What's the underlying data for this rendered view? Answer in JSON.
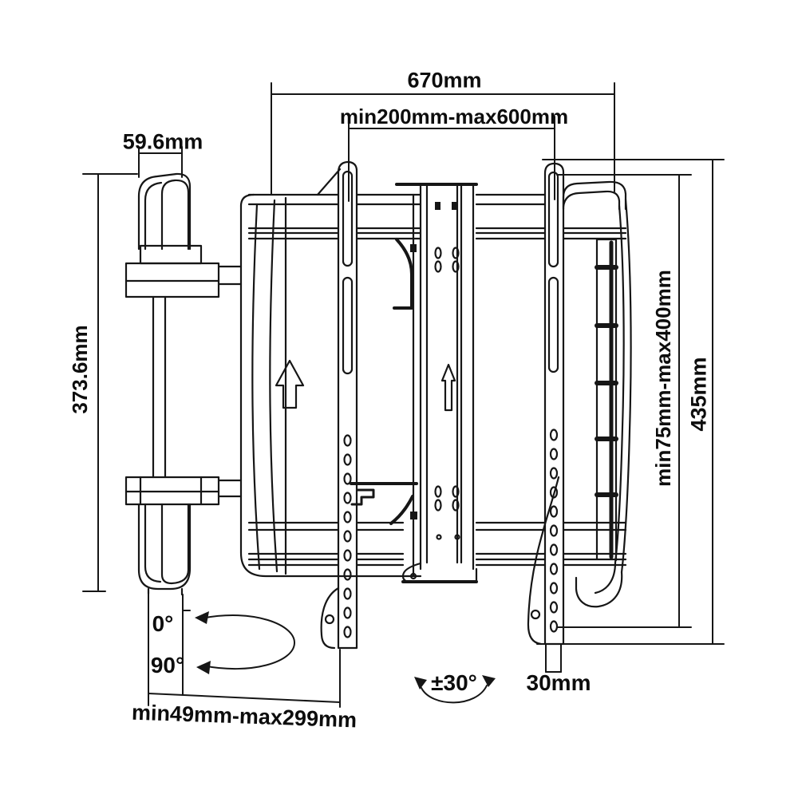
{
  "page": {
    "background": "#ffffff",
    "line_color": "#161616",
    "text_color": "#0d0d0d"
  },
  "drawing": {
    "type": "technical-line-drawing",
    "subject": "TV wall mount bracket side elevation with dimension callouts",
    "labels": {
      "overall_width": "670mm",
      "vesa_width_range": "min200mm-max600mm",
      "arm_width": "59.6mm",
      "wall_plate_height": "373.6mm",
      "vesa_height_range": "min75mm-max400mm",
      "overall_height": "435mm",
      "tilt_min": "0°",
      "tilt_max": "90°",
      "extension_range": "min49mm-max299mm",
      "swivel_range": "±30°",
      "rail_width": "30mm"
    },
    "icons": {
      "plate_arrow": "up-arrow",
      "column_arrow": "up-arrow",
      "tilt_arc": "curved-rotation-arrow",
      "swivel_arc": "curved-rotation-arrow"
    }
  }
}
